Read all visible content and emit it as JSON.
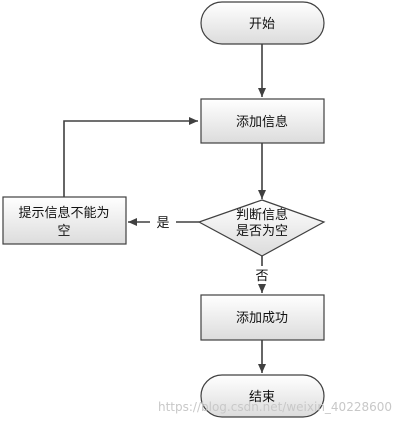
{
  "flowchart": {
    "nodes": {
      "start": {
        "label": "开始",
        "shape": "terminator"
      },
      "add_info": {
        "label": "添加信息",
        "shape": "process"
      },
      "check_empty": {
        "label_line1": "判断信息",
        "label_line2": "是否为空",
        "shape": "decision"
      },
      "prompt": {
        "label_line1": "提示信息不能为",
        "label_line2": "空",
        "shape": "process"
      },
      "add_success": {
        "label": "添加成功",
        "shape": "process"
      },
      "end": {
        "label": "结束",
        "shape": "terminator"
      }
    },
    "edges": {
      "yes_label": "是",
      "no_label": "否"
    }
  },
  "watermark": "https://blog.csdn.net/weixin_40228600",
  "colors": {
    "node_fill_top": "#ffffff",
    "node_fill_bottom": "#dcdcdc",
    "stroke": "#404040",
    "text": "#111111",
    "watermark": "#c8c8c8"
  }
}
